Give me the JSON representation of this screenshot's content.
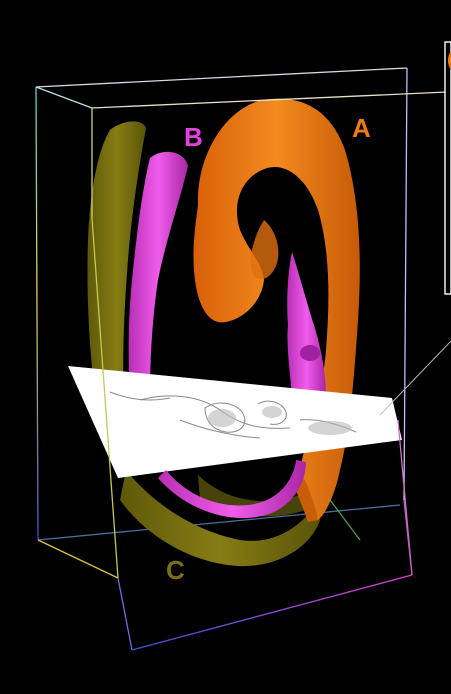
{
  "labels": {
    "a": "A",
    "b": "B",
    "c": "C"
  },
  "colors": {
    "background": "#000000",
    "structure_a": "#f07a12",
    "structure_b": "#e540e2",
    "structure_c": "#7a7210",
    "slice_plane": "#ffffff",
    "inset_panel": "#000000",
    "inset_border": "#ffffff",
    "label_a": "#f07a12",
    "label_b": "#e540e2",
    "label_c": "#7a7210"
  }
}
